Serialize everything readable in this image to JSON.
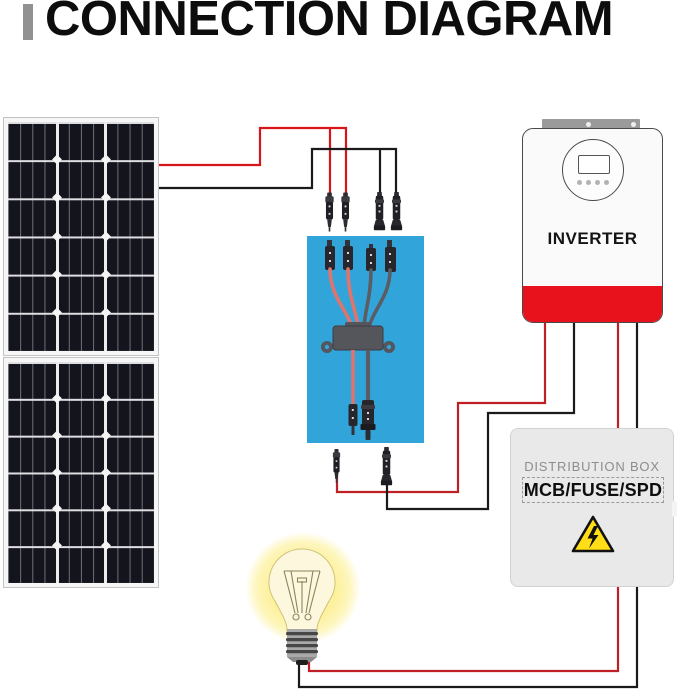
{
  "title": {
    "text": "CONNECTION DIAGRAM"
  },
  "inverter": {
    "label": "INVERTER"
  },
  "distribution_box": {
    "title": "DISTRIBUTION BOX",
    "subtitle": "MCB/FUSE/SPD"
  },
  "components": {
    "solar_panels": [
      "solar-panel-1",
      "solar-panel-2"
    ],
    "branch_connector": "y-branch-mc4-harness",
    "mc4_connectors": [
      "mc4-male-1",
      "mc4-male-2",
      "mc4-female-1",
      "mc4-female-2",
      "mc4-extension-positive",
      "mc4-extension-negative"
    ],
    "load": "light-bulb",
    "warning_icon": "high-voltage-warning"
  },
  "colors": {
    "accent_bar": "#919191",
    "wire_red_bright": "#d9151c",
    "wire_red_dark": "#bf2026",
    "wire_black": "#1a1a1a",
    "branch_box_blue": "#31a5da",
    "inverter_red": "#e8121c",
    "warning_yellow": "#ffde17",
    "bulb_glow": "#fdf096"
  }
}
